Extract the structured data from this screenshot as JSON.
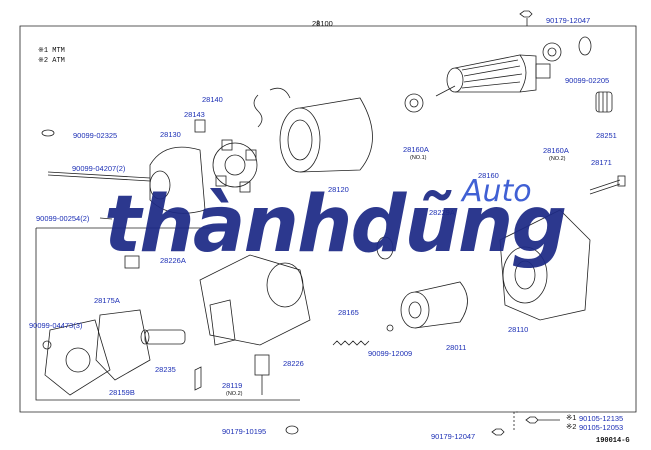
{
  "watermark": {
    "brand": "thànhdũng",
    "sub": "Auto"
  },
  "notes": [
    {
      "mark": "※1",
      "text": "MTM"
    },
    {
      "mark": "※2",
      "text": "ATM"
    }
  ],
  "parts": {
    "p28100": "28100",
    "p90179_12047_top": "90179-12047",
    "p90099_02205": "90099-02205",
    "p28251": "28251",
    "p28171": "28171",
    "p90099_02325": "90099-02325",
    "p28130": "28130",
    "p28140": "28140",
    "p28143": "28143",
    "p90099_04207": "90099-04207(2)",
    "p90099_00254": "90099-00254(2)",
    "p28120": "28120",
    "p28160A_1": "28160A",
    "p28160A_1_note": "(NO.1)",
    "p28160": "28160",
    "p28160A_2": "28160A",
    "p28160A_2_note": "(NO.2)",
    "p28229A": "28229A",
    "p28226A": "28226A",
    "p28175A": "28175A",
    "p90099_04473": "90099-04473(3)",
    "p28165": "28165",
    "p90099_12009": "90099-12009",
    "p28011": "28011",
    "p28110": "28110",
    "p28235": "28235",
    "p28226": "28226",
    "p28119": "28119",
    "p28119_note": "(NO.2)",
    "p28159B": "28159B",
    "p90179_10195": "90179-10195",
    "p90179_12047_bot": "90179-12047",
    "p90105_12135": "90105-12135",
    "p90105_12053": "90105-12053",
    "mark1": "※1",
    "mark2": "※2",
    "ref_code": "190014-G"
  }
}
